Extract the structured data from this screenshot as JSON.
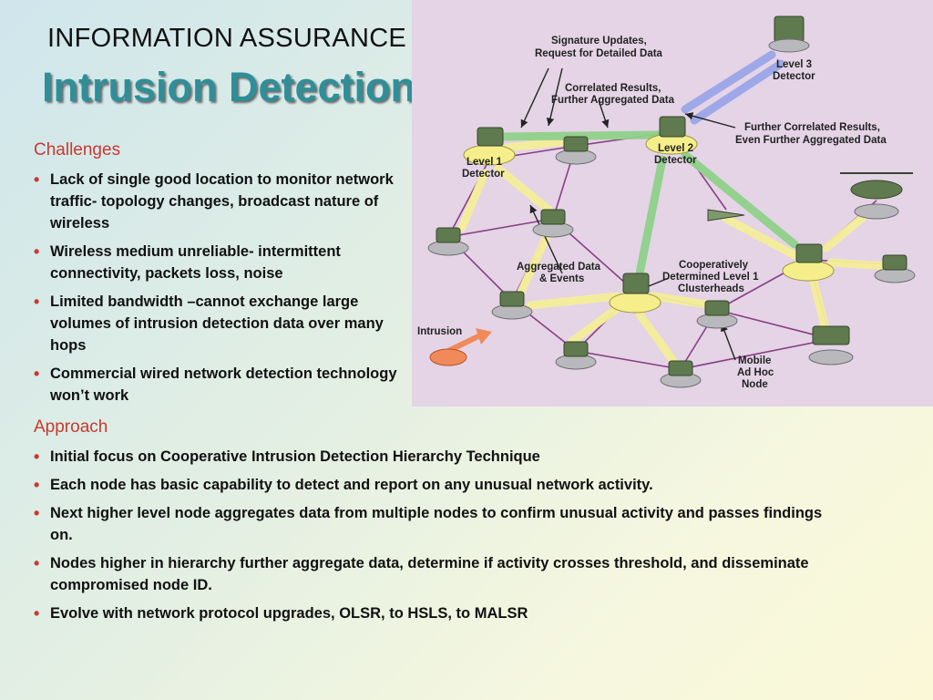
{
  "header": {
    "top_title": "INFORMATION ASSURANCE",
    "main_title": "Intrusion Detection"
  },
  "challenges": {
    "heading": "Challenges",
    "items": [
      "Lack of single good location to monitor network traffic- topology changes, broadcast nature of wireless",
      "Wireless medium unreliable- intermittent connectivity, packets loss, noise",
      "Limited bandwidth –cannot exchange large volumes of intrusion detection data over many hops",
      "Commercial wired network detection technology won’t work"
    ]
  },
  "approach": {
    "heading": "Approach",
    "items": [
      "Initial focus on Cooperative Intrusion Detection Hierarchy Technique",
      "Each node has basic capability to detect and report on any unusual network activity.",
      "Next higher level node aggregates data from multiple nodes to confirm unusual activity and passes findings on.",
      "Nodes higher in hierarchy further aggregate data, determine if activity crosses threshold, and disseminate compromised node ID.",
      "Evolve with network protocol upgrades, OLSR, to HSLS, to MALSR"
    ]
  },
  "diagram": {
    "labels": {
      "sig_updates_1": "Signature Updates,",
      "sig_updates_2": "Request for Detailed Data",
      "level3_1": "Level 3",
      "level3_2": "Detector",
      "correlated_1": "Correlated Results,",
      "correlated_2": "Further Aggregated Data",
      "further_1": "Further Correlated Results,",
      "further_2": "Even Further Aggregated Data",
      "level1_1": "Level 1",
      "level1_2": "Detector",
      "level2_1": "Level 2",
      "level2_2": "Detector",
      "aggregated_1": "Aggregated Data",
      "aggregated_2": "& Events",
      "coop_1": "Cooperatively",
      "coop_2": "Determined Level 1",
      "coop_3": "Clusterheads",
      "intrusion": "Intrusion",
      "mobile_1": "Mobile",
      "mobile_2": "Ad Hoc",
      "mobile_3": "Node"
    }
  }
}
